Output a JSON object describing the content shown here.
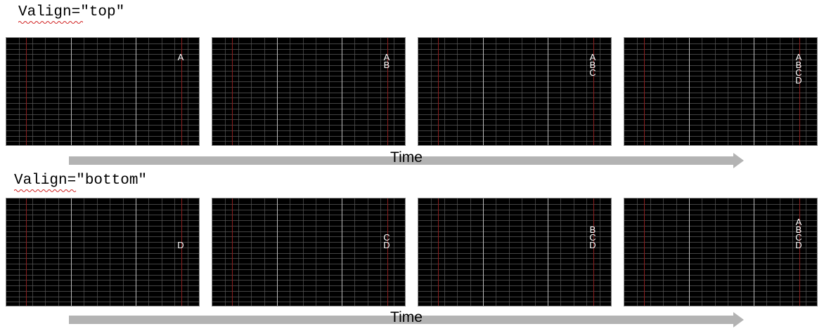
{
  "top_section": {
    "title": "Valign=\"top\"",
    "time_label": "Time",
    "frames": [
      {
        "lines": [
          "A"
        ]
      },
      {
        "lines": [
          "A",
          "B"
        ]
      },
      {
        "lines": [
          "A",
          "B",
          "C"
        ]
      },
      {
        "lines": [
          "A",
          "B",
          "C",
          "D"
        ]
      }
    ]
  },
  "bottom_section": {
    "title": "Valign=\"bottom\"",
    "time_label": "Time",
    "frames": [
      {
        "lines": [
          "D"
        ]
      },
      {
        "lines": [
          "C",
          "D"
        ]
      },
      {
        "lines": [
          "B",
          "C",
          "D"
        ]
      },
      {
        "lines": [
          "A",
          "B",
          "C",
          "D"
        ]
      }
    ]
  },
  "colors": {
    "panel_bg": "#000000",
    "grid_line": "#5a5a5a",
    "grid_bright": "#bdbdbd",
    "guide_red": "#8c1f1f",
    "arrow": "#b3b3b3",
    "text_white": "#ffffff"
  }
}
